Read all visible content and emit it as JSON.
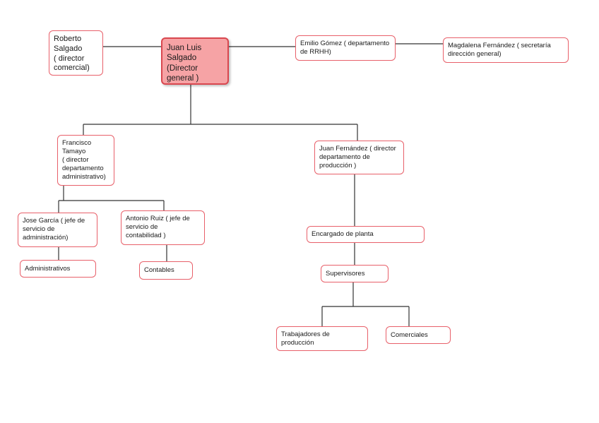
{
  "org_chart": {
    "nodes": {
      "roberto": "Roberto\nSalgado\n( director\ncomercial)",
      "juan_luis": "Juan Luis\nSalgado\n(Director\ngeneral )",
      "emilio": "Emilio Gómez ( departamento\nde RRHH)",
      "magdalena": "Magdalena Fernández ( secretaría\ndirección general)",
      "francisco": "Francisco\nTamayo\n( director\ndepartamento\nadministrativo)",
      "juan_fernandez": "Juan Fernández ( director\ndepartamento de\nproducción )",
      "jose": "Jose García ( jefe de\nservicio de\nadministración)",
      "antonio": "Antonio Ruiz ( jefe de\nservicio de\ncontabilidad )",
      "administrativos": "Administrativos",
      "contables": "Contables",
      "encargado": "Encargado de planta",
      "supervisores": "Supervisores",
      "trabajadores": "Trabajadores de\nproducción",
      "comerciales": "Comerciales"
    },
    "colors": {
      "border": "#e8606a",
      "root_fill": "#f6a3a5",
      "root_border": "#d9474f",
      "line": "#333333"
    }
  }
}
